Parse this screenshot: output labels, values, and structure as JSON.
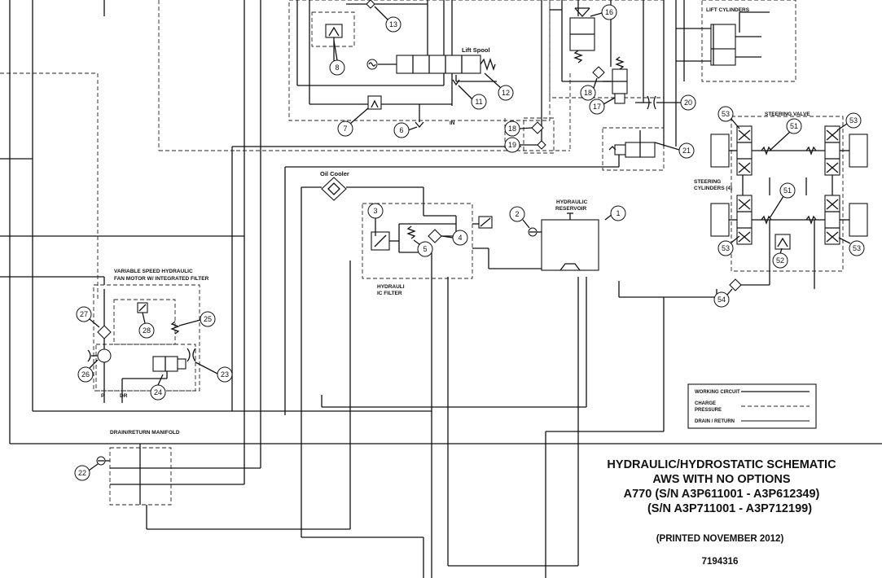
{
  "title": {
    "line1": "HYDRAULIC/HYDROSTATIC SCHEMATIC",
    "line2": "AWS WITH NO OPTIONS",
    "line3": "A770 (S/N A3P611001 - A3P612349)",
    "line4": "(S/N A3P711001 - A3P712199)",
    "printed": "(PRINTED NOVEMBER 2012)",
    "part_number": "7194316"
  },
  "legend": {
    "working_circuit": "WORKING CIRCUIT",
    "charge_pressure_1": "CHARGE",
    "charge_pressure_2": "PRESSURE",
    "drain_return": "DRAIN / RETURN"
  },
  "labels": {
    "lift_cylinders": "LIFT CYLINDERS",
    "lift_spool": "Lift Spool",
    "in": "IN",
    "steering_valve": "STEERING VALVE",
    "steering_cylinders_1": "STEERING",
    "steering_cylinders_2": "CYLINDERS (4)",
    "oil_cooler": "Oil Cooler",
    "hydraulic_reservoir_1": "HYDRAULIC",
    "hydraulic_reservoir_2": "RESERVOIR",
    "hydraulic_filter_1": "HYDRAULI",
    "hydraulic_filter_2": "IC FILTER",
    "fan_motor_1": "VARIABLE SPEED HYDRAULIC",
    "fan_motor_2": "FAN MOTOR W/ INTEGRATED FILTER",
    "port_p": "P",
    "port_dr": "DR",
    "drain_manifold": "DRAIN/RETURN  MANIFOLD"
  },
  "callouts": [
    "1",
    "2",
    "3",
    "4",
    "5",
    "6",
    "7",
    "8",
    "11",
    "12",
    "13",
    "16",
    "17",
    "18",
    "18",
    "19",
    "20",
    "21",
    "22",
    "23",
    "24",
    "25",
    "26",
    "27",
    "28",
    "51",
    "51",
    "52",
    "53",
    "53",
    "53",
    "53",
    "54"
  ],
  "colors": {
    "line": "#111111",
    "background": "#ffffff"
  }
}
